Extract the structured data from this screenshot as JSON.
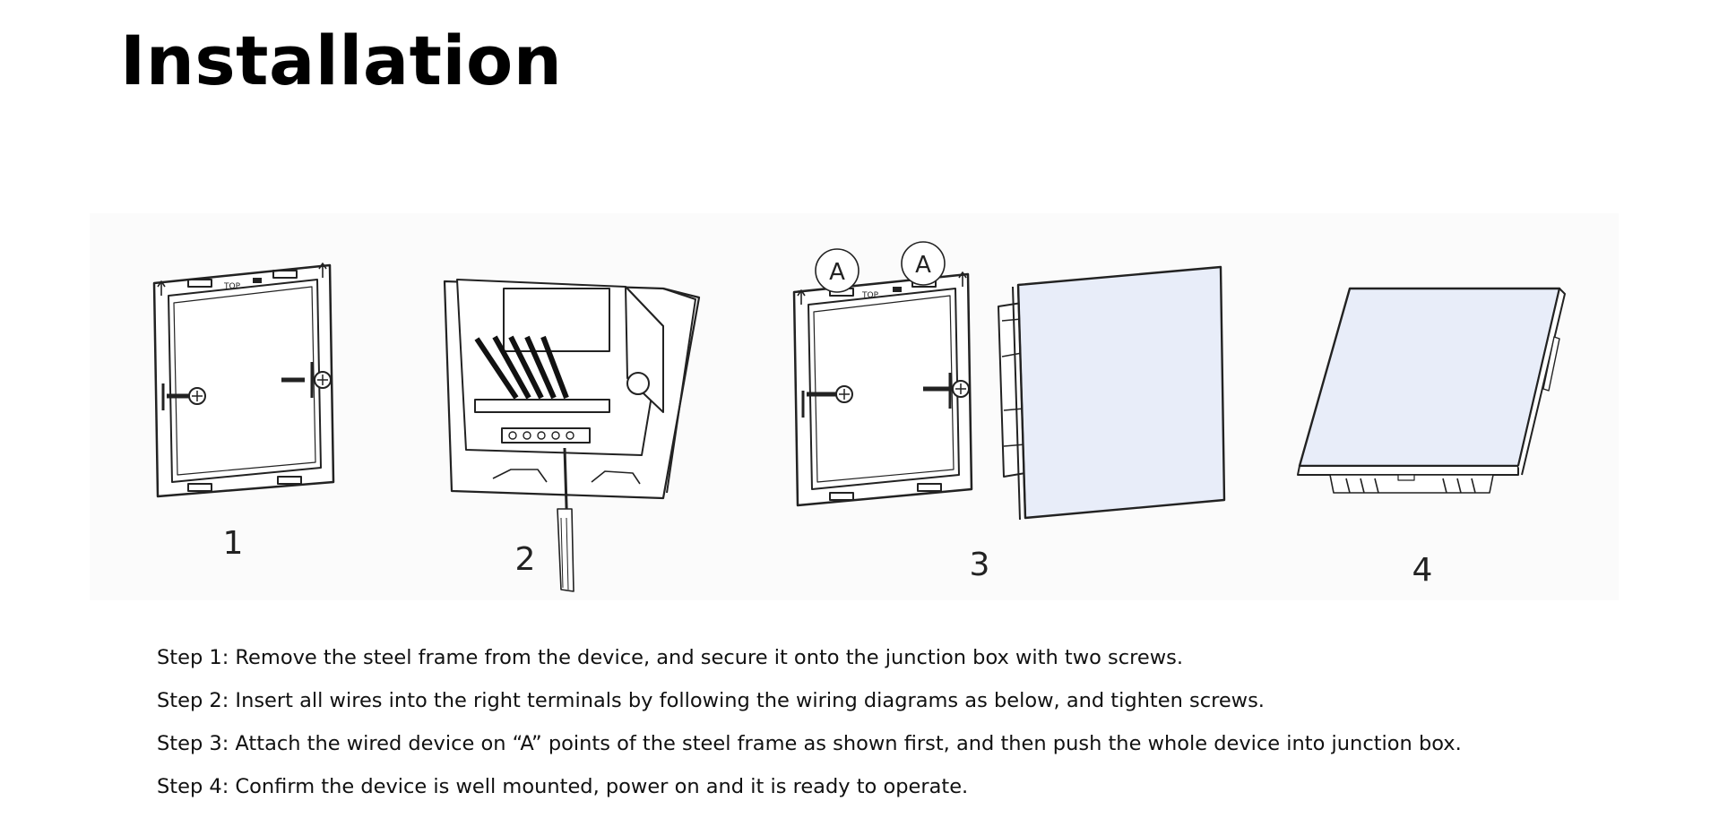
{
  "title": "Installation",
  "figure": {
    "labels": [
      "1",
      "2",
      "3",
      "4"
    ],
    "frame_text_top": "TOP",
    "point_label": "A",
    "panel_color": "#e8edf9"
  },
  "steps": [
    "Step 1: Remove the steel frame from the device, and secure it onto the junction box with two screws.",
    "Step 2: Insert all wires into the right terminals by following the wiring diagrams as below, and tighten screws.",
    "Step 3: Attach the wired device on “A” points of the steel frame as shown first, and then push the whole device into junction box.",
    "Step 4: Confirm the device is well mounted, power on and it is ready to operate."
  ]
}
